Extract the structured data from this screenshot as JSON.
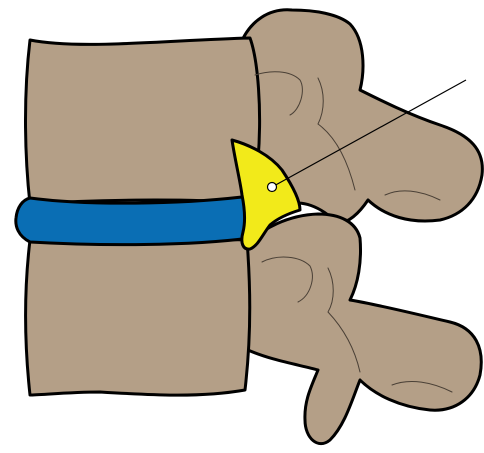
{
  "colors": {
    "background": "#ffffff",
    "bone": "#b49f87",
    "disc": "#0a6eb4",
    "highlight": "#f2ea1a",
    "outline": "#000000"
  },
  "regions": [
    {
      "name": "upper-vertebra"
    },
    {
      "name": "lower-vertebra"
    },
    {
      "name": "intervertebral-disc"
    },
    {
      "name": "highlighted-region"
    }
  ],
  "pointer": {
    "shape": "open-circle-marker"
  }
}
